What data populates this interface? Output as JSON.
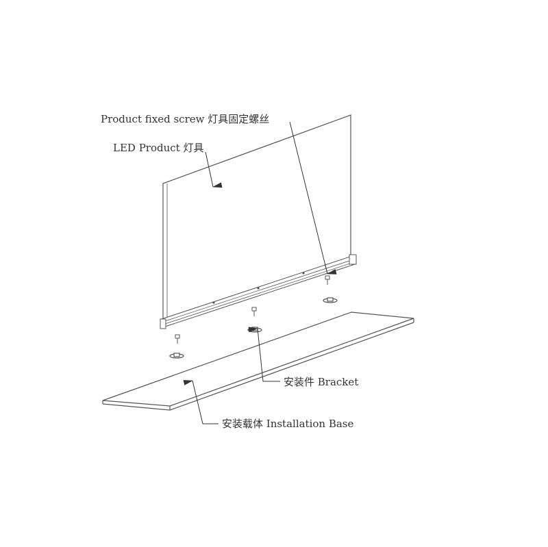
{
  "labels": {
    "fixed_screw": "Product fixed screw  灯具固定螺丝",
    "led_product": "LED Product 灯具",
    "bracket": "安装件 Bracket",
    "installation_base": "安装载体 Installation Base"
  },
  "colors": {
    "line": "#555555",
    "text": "#333333",
    "background": "#ffffff"
  }
}
